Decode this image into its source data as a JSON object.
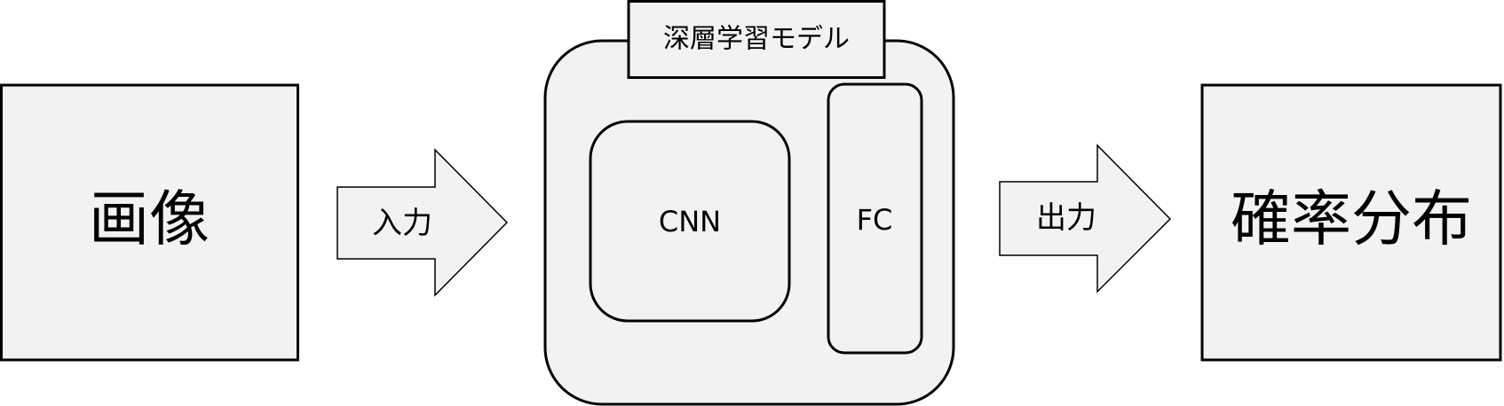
{
  "diagram": {
    "input_box": {
      "label": "画像"
    },
    "input_arrow": {
      "label": "入力"
    },
    "model": {
      "title": "深層学習モデル",
      "cnn": {
        "label": "CNN"
      },
      "fc": {
        "label": "FC"
      }
    },
    "output_arrow": {
      "label": "出力"
    },
    "output_box": {
      "label": "確率分布"
    }
  }
}
